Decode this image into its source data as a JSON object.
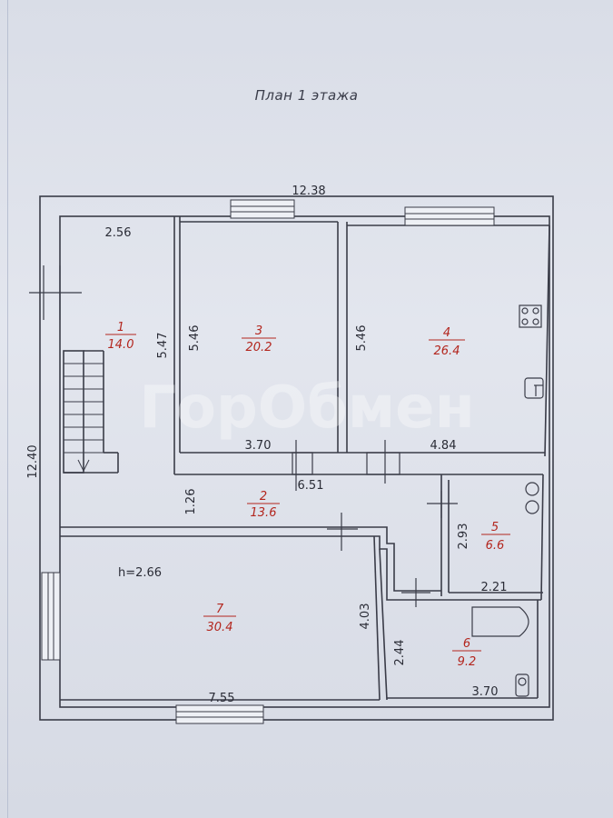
{
  "title": "План 1 этажа",
  "watermark": "ГорОбмен",
  "ceiling_height": "h=2.66",
  "dimensions": {
    "overall_width": "12.38",
    "overall_height": "12.40",
    "room1_width": "2.56",
    "room1_height": "5.47",
    "room3_height": "5.46",
    "room3_width": "3.70",
    "room4_height": "5.46",
    "room4_width": "4.84",
    "hall_width": "6.51",
    "hall_height": "1.26",
    "room5_height": "2.93",
    "room5_width": "2.21",
    "room6_height": "2.44",
    "room6_width": "3.70",
    "room7_height": "4.03",
    "room7_width": "7.55"
  },
  "rooms": [
    {
      "num": "1",
      "area": "14.0"
    },
    {
      "num": "2",
      "area": "13.6"
    },
    {
      "num": "3",
      "area": "20.2"
    },
    {
      "num": "4",
      "area": "26.4"
    },
    {
      "num": "5",
      "area": "6.6"
    },
    {
      "num": "6",
      "area": "9.2"
    },
    {
      "num": "7",
      "area": "30.4"
    }
  ],
  "colors": {
    "line": "#3a3c48",
    "room_label": "#b3261e"
  }
}
